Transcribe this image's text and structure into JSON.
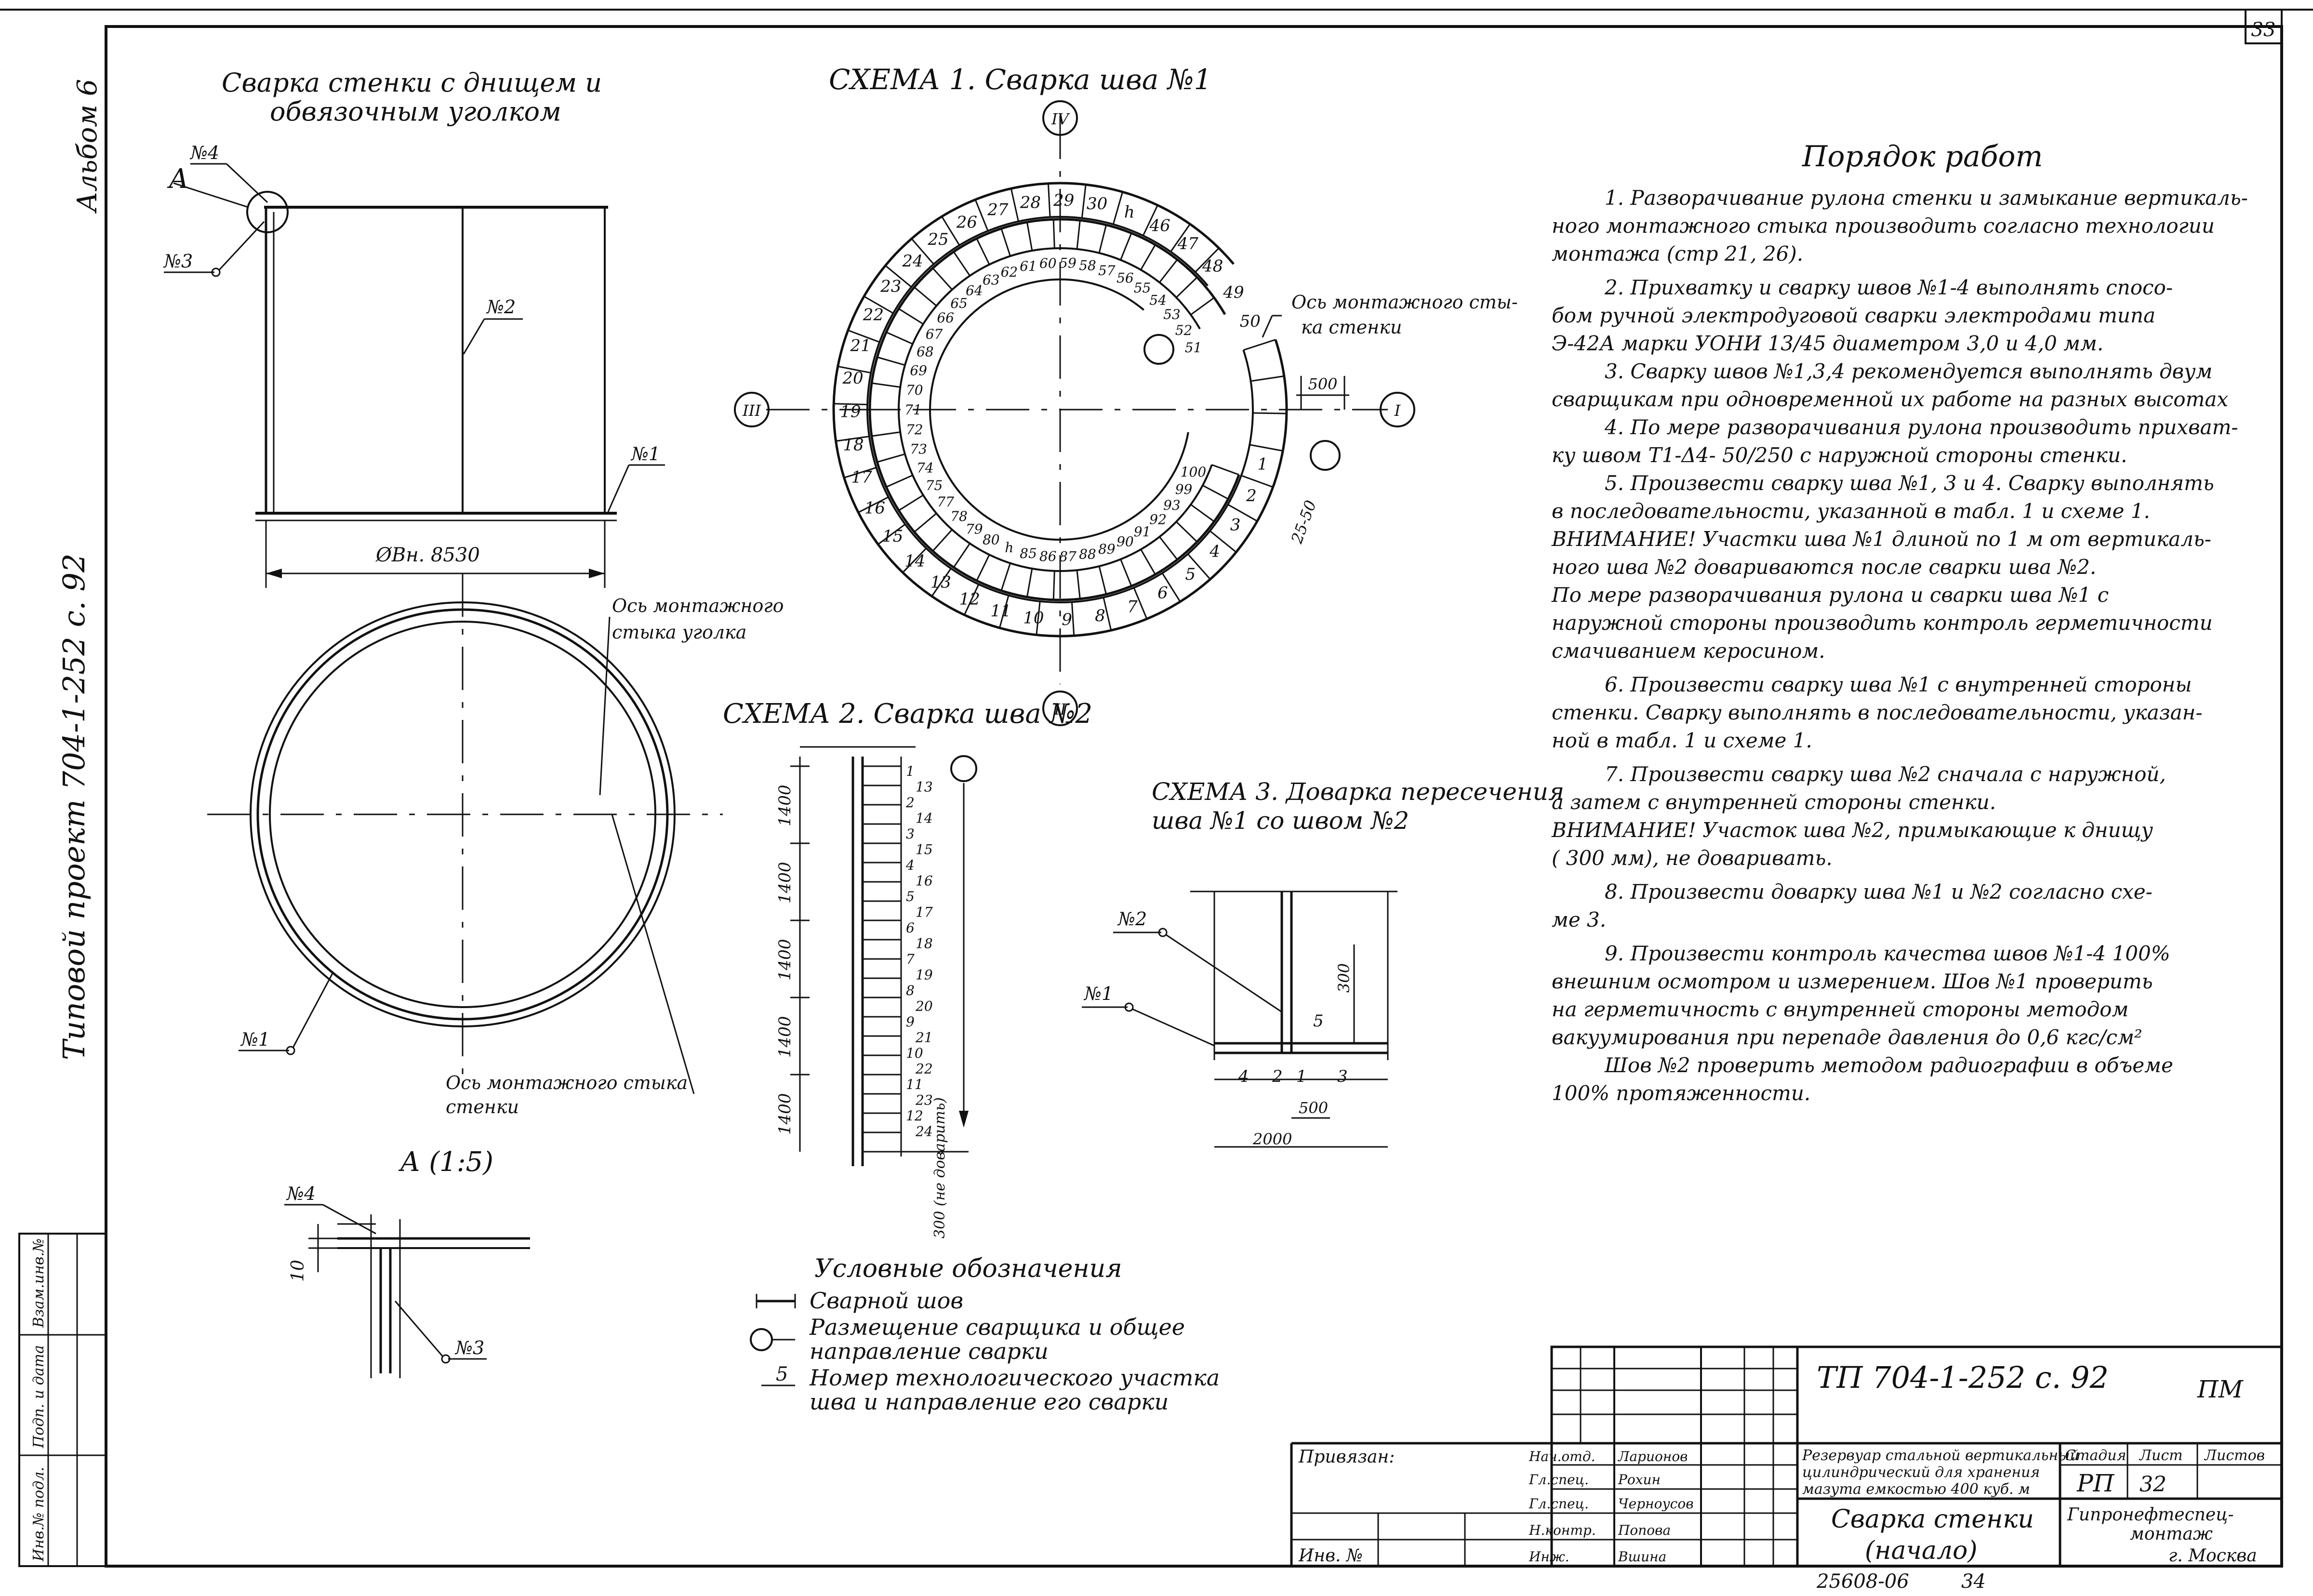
{
  "sheet": {
    "page_number": "33",
    "album": "Альбом 6",
    "project_vertical": "Типовой проект 704-1-252 с. 92",
    "bottom_number": "25608-06",
    "bottom_page": "34"
  },
  "views": {
    "wall_title_line1": "Сварка стенки с днищем и",
    "wall_title_line2": "обвязочным уголком",
    "label_A": "А",
    "label_n4": "№4",
    "label_n3": "№3",
    "label_n2": "№2",
    "label_n1": "№1",
    "diameter": "ØВн. 8530",
    "axis_angle_line1": "Ось монтажного",
    "axis_angle_line2": "стыка уголка",
    "axis_wall_line1": "Ось монтажного стыка",
    "axis_wall_line2": "стенки",
    "detail_A": "А (1:5)",
    "detail_n4": "№4",
    "detail_n3": "№3",
    "detail_dim": "10"
  },
  "scheme1": {
    "title": "СХЕМА 1. Сварка шва №1",
    "roman_top": "IV",
    "roman_left": "III",
    "roman_right": "I",
    "roman_bottom": "II",
    "axis_label_line1": "Ось монтажного сты-",
    "axis_label_line2": "ка стенки",
    "dim_500": "500",
    "dim_range": "25-50",
    "outer_numbers": [
      "1",
      "2",
      "3",
      "4",
      "5",
      "6",
      "7",
      "8",
      "9",
      "10",
      "11",
      "12",
      "13",
      "14",
      "15",
      "16",
      "17",
      "18",
      "19",
      "20",
      "21",
      "22",
      "23",
      "24",
      "25",
      "26",
      "27",
      "28",
      "29",
      "30",
      "h",
      "46",
      "47",
      "48",
      "49",
      "50"
    ],
    "inner_numbers": [
      "51",
      "52",
      "53",
      "54",
      "55",
      "56",
      "57",
      "58",
      "59",
      "60",
      "61",
      "62",
      "63",
      "64",
      "65",
      "66",
      "67",
      "68",
      "69",
      "70",
      "71",
      "72",
      "73",
      "74",
      "75",
      "77",
      "78",
      "79",
      "80",
      "h",
      "85",
      "86",
      "87",
      "88",
      "89",
      "90",
      "91",
      "92",
      "93",
      "99",
      "100"
    ]
  },
  "scheme2": {
    "title": "СХЕМА 2. Сварка шва №2",
    "dims": [
      "1400",
      "1400",
      "1400",
      "1400",
      "1400"
    ],
    "bottom_dim": "300 (не доварить)",
    "numbers": [
      "1",
      "13",
      "2",
      "14",
      "3",
      "15",
      "4",
      "16",
      "5",
      "17",
      "6",
      "18",
      "7",
      "19",
      "8",
      "20",
      "9",
      "21",
      "10",
      "22",
      "11",
      "23",
      "12",
      "24"
    ]
  },
  "scheme3": {
    "title_line1": "СХЕМА 3. Доварка пересечения",
    "title_line2": "шва №1 со швом №2",
    "label_n2": "№2",
    "label_n1": "№1",
    "dim_300": "300",
    "dim_500": "500",
    "dim_2000": "2000",
    "nums": [
      "4",
      "2",
      "1",
      "3",
      "5"
    ]
  },
  "procedure": {
    "title": "Порядок работ",
    "lines": [
      "1. Разворачивание рулона стенки и замыкание вертикаль-",
      "ного монтажного стыка производить согласно технологии",
      "монтажа (стр 21, 26).",
      "2. Прихватку и сварку швов №1-4 выполнять спосо-",
      "бом ручной электродуговой сварки электродами типа",
      "Э-42А марки УОНИ 13/45 диаметром 3,0 и 4,0 мм.",
      "3. Сварку швов №1,3,4 рекомендуется выполнять двум",
      "сварщикам при одновременной их работе на разных высотах",
      "4. По мере разворачивания рулона производить прихват-",
      "ку швом Т1-Δ4- 50/250 с наружной стороны стенки.",
      "5. Произвести сварку шва №1, 3 и 4. Сварку выполнять",
      "в последовательности, указанной в табл. 1 и схеме 1.",
      "ВНИМАНИЕ! Участки шва №1 длиной по 1 м от вертикаль-",
      "ного шва №2 довариваются после сварки шва №2.",
      "По мере разворачивания рулона и сварки шва №1 с",
      "наружной стороны производить контроль герметичности",
      "смачиванием керосином.",
      "6. Произвести сварку шва №1 с внутренней стороны",
      "стенки. Сварку выполнять в последовательности, указан-",
      "ной в табл. 1 и схеме 1.",
      "7. Произвести сварку шва №2 сначала с наружной,",
      "а затем с внутренней стороны стенки.",
      "ВНИМАНИЕ! Участок шва №2, примыкающие к днищу",
      "( 300 мм), не доваривать.",
      "8. Произвести доварку шва №1 и №2 согласно схе-",
      "ме 3.",
      "9. Произвести контроль качества швов №1-4 100%",
      "внешним осмотром и измерением. Шов №1 проверить",
      "на герметичность с внутренней стороны методом",
      "вакуумирования при перепаде давления до 0,6 кгс/см²",
      "Шов №2 проверить методом радиографии в объеме",
      "100% протяженности."
    ]
  },
  "legend": {
    "title": "Условные обозначения",
    "weld": "Сварной шов",
    "welder_line1": "Размещение сварщика и общее",
    "welder_line2": "направление   сварки",
    "section_num": "5",
    "section_line1": "Номер технологического участка",
    "section_line2": "шва и направление его сварки"
  },
  "title_block": {
    "code": "ТП 704-1-252 с. 92",
    "mark": "ПМ",
    "privyazan": "Привязан:",
    "inv": "Инв. №",
    "roles": [
      "Нач.отд.",
      "Гл.спец.",
      "Гл.спец.",
      "Н.контр.",
      "Инж."
    ],
    "names": [
      "Ларионов",
      "Рохин",
      "Черноусов",
      "Попова",
      "Вшина"
    ],
    "object_line1": "Резервуар стальной вертикальный",
    "object_line2": "цилиндрический для хранения",
    "object_line3": "мазута емкостью 400 куб. м",
    "sheet_title_line1": "Сварка стенки",
    "sheet_title_line2": "(начало)",
    "stage_h": "Стадия",
    "sheet_h": "Лист",
    "sheets_h": "Листов",
    "stage": "РП",
    "sheet": "32",
    "org_line1": "Гипронефтеспец-",
    "org_line2": "монтаж",
    "org_line3": "г. Москва",
    "left_strip": [
      "Инв.№ подл.",
      "Подп. и дата",
      "Взам.инв.№"
    ]
  }
}
